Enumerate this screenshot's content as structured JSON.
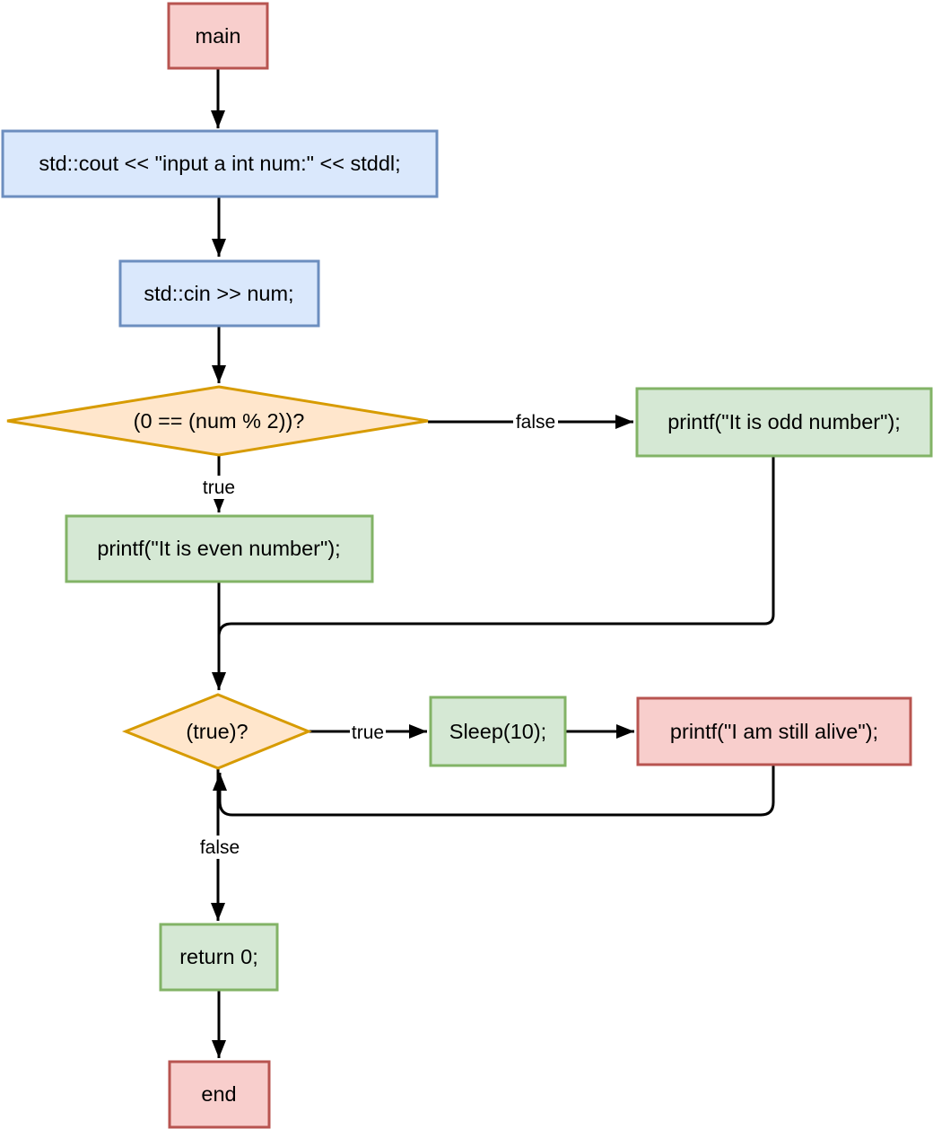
{
  "diagram": {
    "kind": "flowchart",
    "nodes": {
      "main": {
        "label": "main",
        "type": "terminal"
      },
      "cout": {
        "label": "std::cout << \"input a int num:\" << stddl;",
        "type": "io"
      },
      "cin": {
        "label": "std::cin >> num;",
        "type": "io"
      },
      "parity_check": {
        "label": "(0 == (num % 2))?",
        "type": "decision"
      },
      "odd_print": {
        "label": "printf(\"It is odd number\");",
        "type": "process"
      },
      "even_print": {
        "label": "printf(\"It is even number\");",
        "type": "process"
      },
      "loop_check": {
        "label": "(true)?",
        "type": "decision"
      },
      "sleep": {
        "label": "Sleep(10);",
        "type": "process"
      },
      "alive_print": {
        "label": "printf(\"I am still alive\");",
        "type": "terminal_red"
      },
      "return": {
        "label": "return 0;",
        "type": "process"
      },
      "end": {
        "label": "end",
        "type": "terminal"
      }
    },
    "edge_labels": {
      "parity_false": "false",
      "parity_true": "true",
      "loop_true": "true",
      "loop_false": "false"
    }
  },
  "colors": {
    "red": {
      "fill": "#F8CECC",
      "stroke": "#B85450"
    },
    "blue": {
      "fill": "#DAE8FC",
      "stroke": "#6C8EBF"
    },
    "green": {
      "fill": "#D5E8D4",
      "stroke": "#82B366"
    },
    "orange": {
      "fill": "#FFE6CC",
      "stroke": "#D79B00"
    },
    "connector": "#000000",
    "text": "#000000",
    "label_bg": "#FFFFFF"
  }
}
